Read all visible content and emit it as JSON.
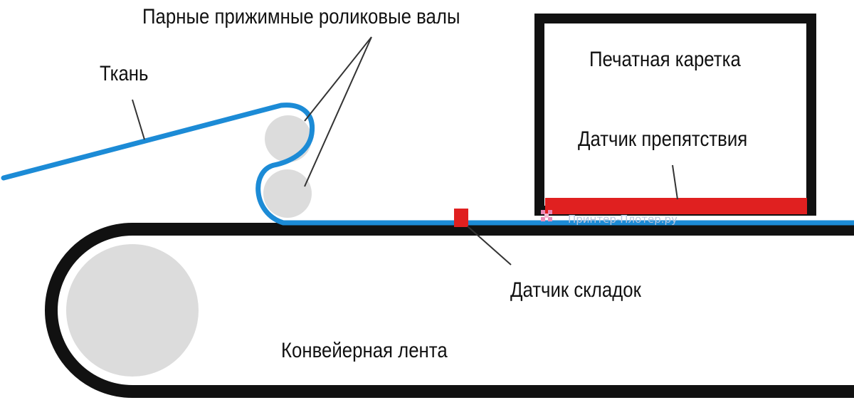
{
  "labels": {
    "rollers": "Парные прижимные роликовые валы",
    "fabric": "Ткань",
    "carriage": "Печатная каретка",
    "obstacle_sensor": "Датчик препятствия",
    "wrinkle_sensor": "Датчик складок",
    "conveyor": "Конвейерная лента"
  },
  "watermark": {
    "text": "Принтер-Плотер.ру"
  },
  "colors": {
    "fabric": "#1c8bd6",
    "belt": "#111111",
    "carriage": "#111111",
    "sensor": "#e02020",
    "roller": "#dcdcdc",
    "pointer": "#333333",
    "watermark": "#b9c7df",
    "watermark_logo": "#e98ab7"
  }
}
